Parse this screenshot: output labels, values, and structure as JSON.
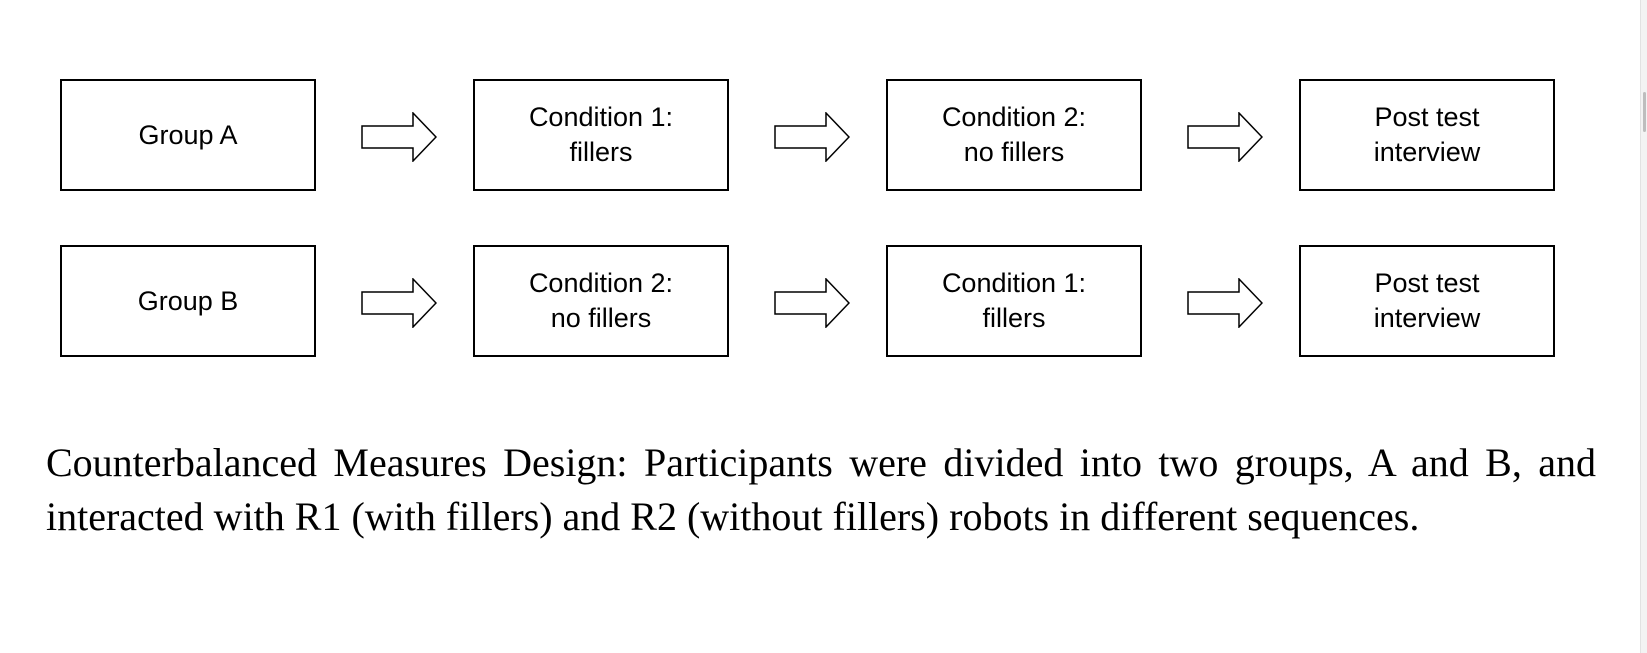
{
  "diagram": {
    "rows": [
      {
        "group": "Group A",
        "step1": "Condition 1:\nfillers",
        "step2": "Condition 2:\nno fillers",
        "step3": "Post test\ninterview"
      },
      {
        "group": "Group B",
        "step1": "Condition 2:\nno fillers",
        "step2": "Condition 1:\nfillers",
        "step3": "Post test\ninterview"
      }
    ]
  },
  "caption": "Counterbalanced Measures Design: Participants were divided into two groups, A and B, and interacted with R1 (with fillers) and R2 (without fillers) robots in different sequences."
}
